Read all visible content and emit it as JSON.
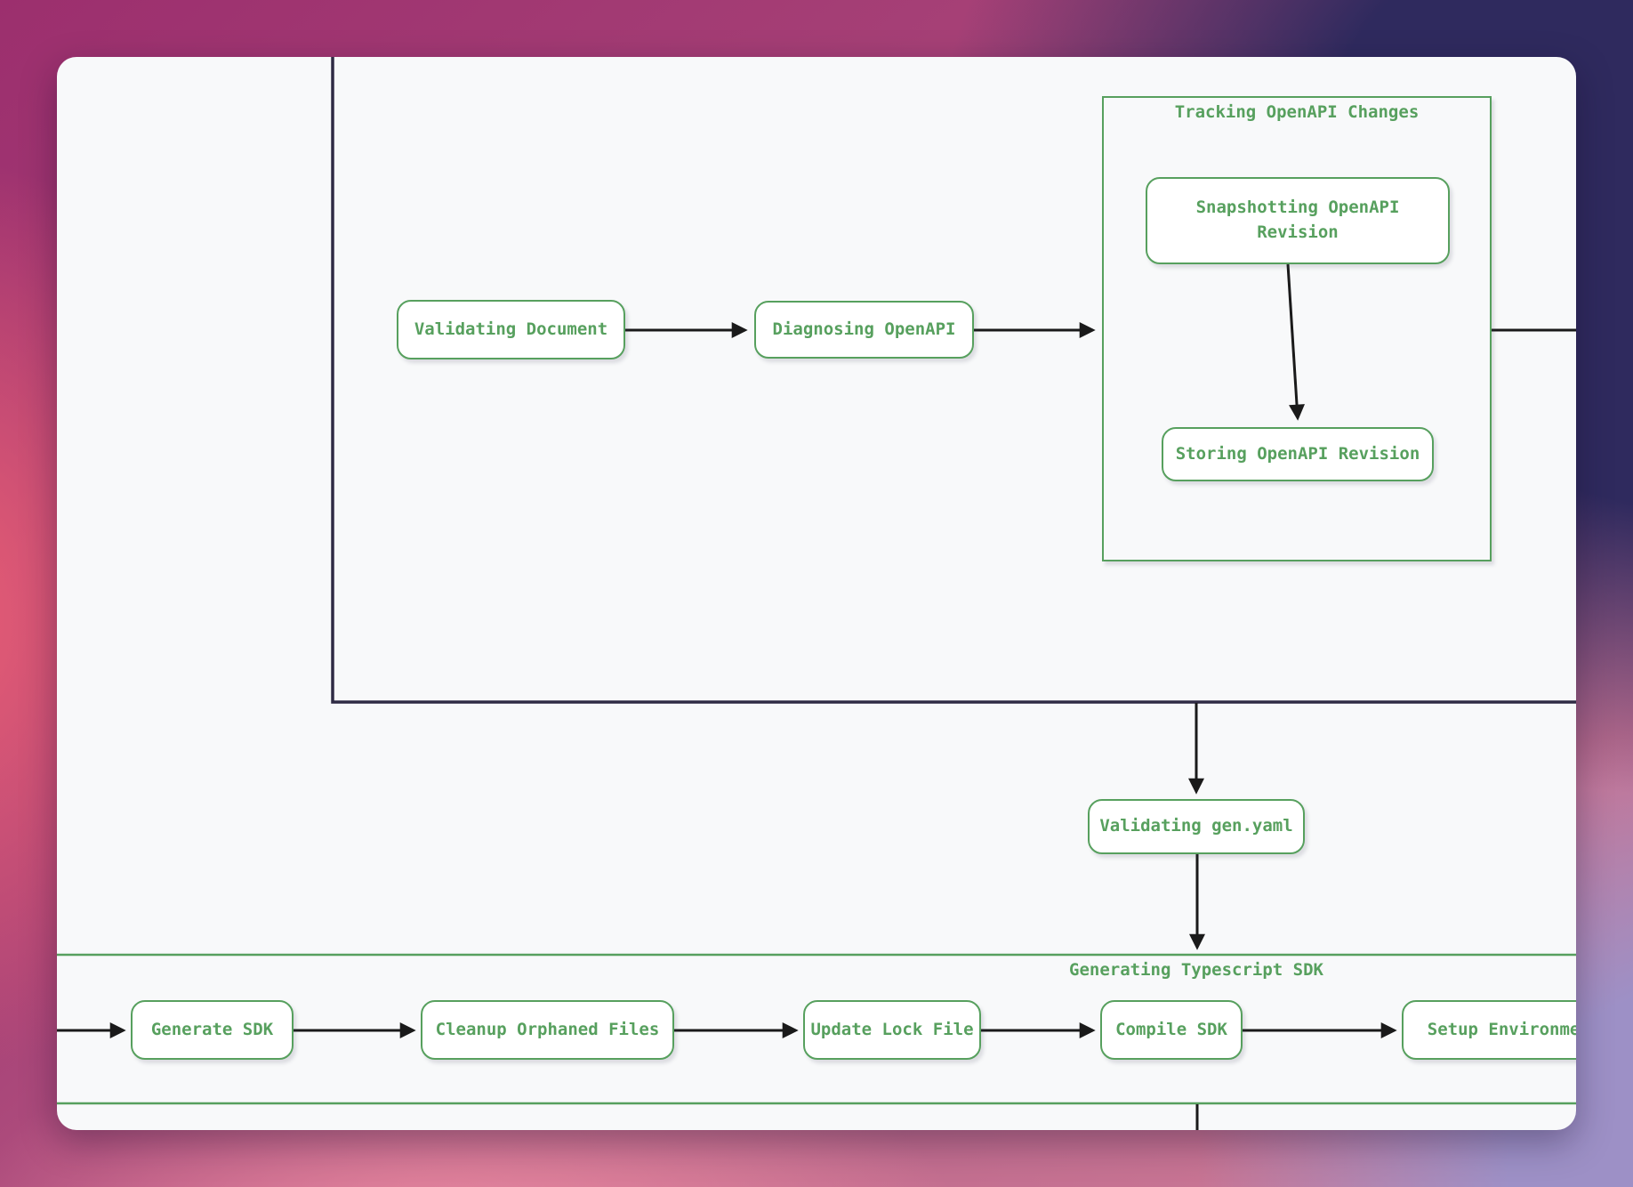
{
  "colors": {
    "accent_green": "#57a05e",
    "container_line": "#2f2b44",
    "arrow_black": "#1a1a1a",
    "canvas_bg": "#f8f9fa"
  },
  "diagram": {
    "groups": {
      "tracking": {
        "title": "Tracking OpenAPI Changes"
      },
      "generating_sdk": {
        "title": "Generating Typescript SDK"
      }
    },
    "nodes": {
      "validating_document": {
        "label": "Validating Document"
      },
      "diagnosing_openapi": {
        "label": "Diagnosing OpenAPI"
      },
      "snapshotting_openapi_revision": {
        "label": "Snapshotting OpenAPI Revision"
      },
      "storing_openapi_revision": {
        "label": "Storing OpenAPI Revision"
      },
      "validating_gen_yaml": {
        "label": "Validating gen.yaml"
      },
      "generate_sdk": {
        "label": "Generate SDK"
      },
      "cleanup_orphaned_files": {
        "label": "Cleanup Orphaned Files"
      },
      "update_lock_file": {
        "label": "Update Lock File"
      },
      "compile_sdk": {
        "label": "Compile SDK"
      },
      "setup_environment": {
        "label": "Setup Environment"
      }
    }
  }
}
